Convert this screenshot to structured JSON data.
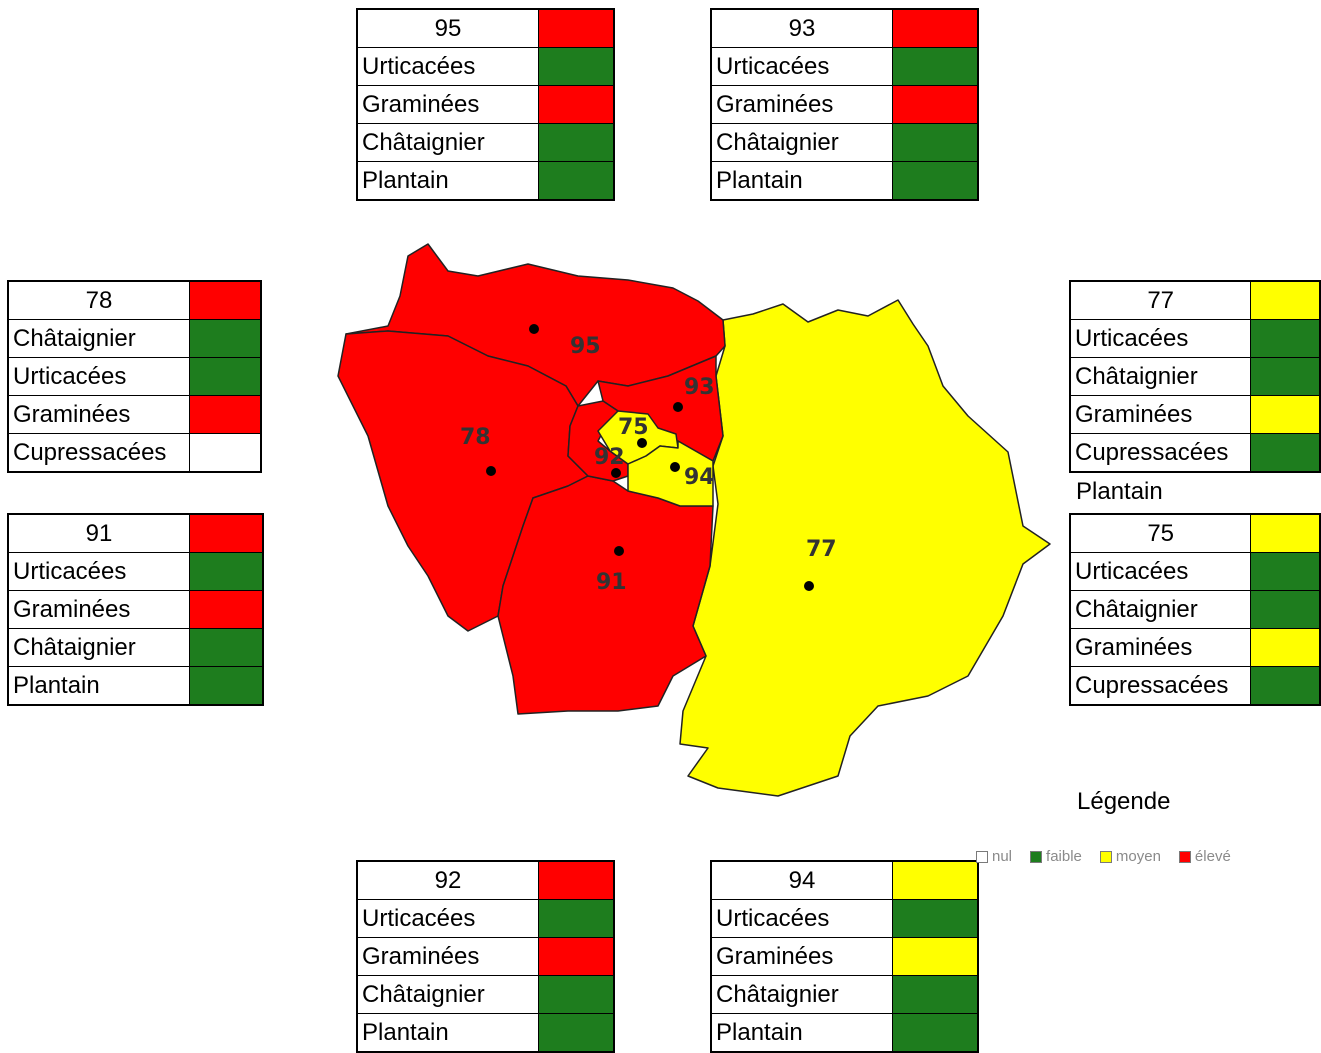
{
  "colors": {
    "nul": "#ffffff",
    "faible": "#1e7d1e",
    "moyen": "#ffff00",
    "eleve": "#ff0000",
    "map_eleve": "#ff0000",
    "map_moyen": "#ffff00"
  },
  "departments": [
    {
      "code": "95",
      "level": "eleve",
      "items": [
        {
          "name": "Urticacées",
          "level": "faible"
        },
        {
          "name": "Graminées",
          "level": "eleve"
        },
        {
          "name": "Châtaignier",
          "level": "faible"
        },
        {
          "name": "Plantain",
          "level": "faible"
        }
      ]
    },
    {
      "code": "93",
      "level": "eleve",
      "items": [
        {
          "name": "Urticacées",
          "level": "faible"
        },
        {
          "name": "Graminées",
          "level": "eleve"
        },
        {
          "name": "Châtaignier",
          "level": "faible"
        },
        {
          "name": "Plantain",
          "level": "faible"
        }
      ]
    },
    {
      "code": "78",
      "level": "eleve",
      "items": [
        {
          "name": "Châtaignier",
          "level": "faible"
        },
        {
          "name": "Urticacées",
          "level": "faible"
        },
        {
          "name": "Graminées",
          "level": "eleve"
        },
        {
          "name": "Cupressacées",
          "level": "nul"
        }
      ]
    },
    {
      "code": "91",
      "level": "eleve",
      "items": [
        {
          "name": "Urticacées",
          "level": "faible"
        },
        {
          "name": "Graminées",
          "level": "eleve"
        },
        {
          "name": "Châtaignier",
          "level": "faible"
        },
        {
          "name": "Plantain",
          "level": "faible"
        }
      ]
    },
    {
      "code": "77",
      "level": "moyen",
      "items": [
        {
          "name": "Urticacées",
          "level": "faible"
        },
        {
          "name": "Châtaignier",
          "level": "faible"
        },
        {
          "name": "Graminées",
          "level": "moyen"
        },
        {
          "name": "Cupressacées",
          "level": "faible"
        }
      ],
      "outside": "Plantain"
    },
    {
      "code": "75",
      "level": "moyen",
      "items": [
        {
          "name": "Urticacées",
          "level": "faible"
        },
        {
          "name": "Châtaignier",
          "level": "faible"
        },
        {
          "name": "Graminées",
          "level": "moyen"
        },
        {
          "name": "Cupressacées",
          "level": "faible"
        }
      ]
    },
    {
      "code": "92",
      "level": "eleve",
      "items": [
        {
          "name": "Urticacées",
          "level": "faible"
        },
        {
          "name": "Graminées",
          "level": "eleve"
        },
        {
          "name": "Châtaignier",
          "level": "faible"
        },
        {
          "name": "Plantain",
          "level": "faible"
        }
      ]
    },
    {
      "code": "94",
      "level": "moyen",
      "items": [
        {
          "name": "Urticacées",
          "level": "faible"
        },
        {
          "name": "Graminées",
          "level": "moyen"
        },
        {
          "name": "Châtaignier",
          "level": "faible"
        },
        {
          "name": "Plantain",
          "level": "faible"
        }
      ]
    }
  ],
  "map": {
    "labels": [
      "95",
      "93",
      "78",
      "75",
      "92",
      "94",
      "77",
      "91"
    ]
  },
  "legend": {
    "title": "Légende",
    "items": [
      {
        "label": "nul",
        "level": "nul"
      },
      {
        "label": "faible",
        "level": "faible"
      },
      {
        "label": "moyen",
        "level": "moyen"
      },
      {
        "label": "élevé",
        "level": "eleve"
      }
    ]
  }
}
